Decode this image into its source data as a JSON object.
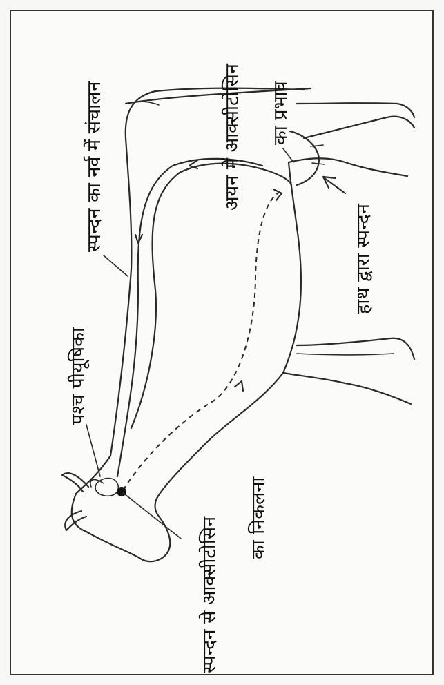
{
  "diagram": {
    "labels": {
      "pituitary": "पश्च पीयूषिका",
      "nerve_transmission": "स्पन्दन का नर्व में संचालन",
      "oxytocin_release_line1": "स्पन्दन से आक्सीटोसिन",
      "oxytocin_release_line2": "का निकलना",
      "udder_effect_line1": "अयन में आक्सीटोसिन",
      "udder_effect_line2": "का प्रभाव",
      "hand_stimulation": "हाथ द्वारा स्पन्दन"
    }
  }
}
